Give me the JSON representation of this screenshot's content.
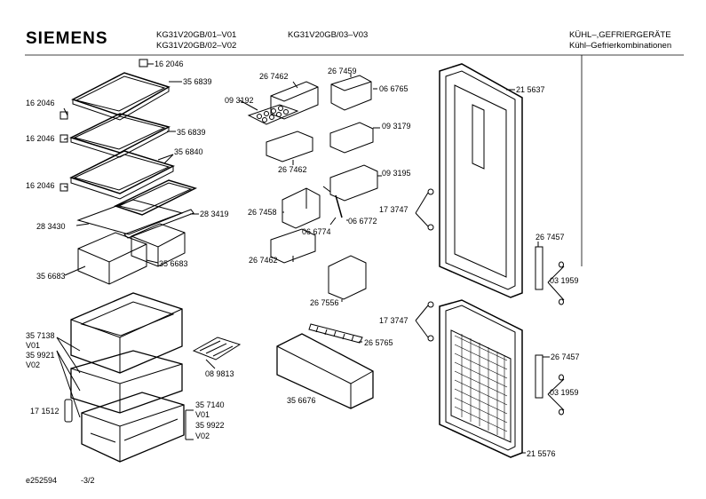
{
  "header": {
    "brand": "SIEMENS",
    "models_left": [
      "KG31V20GB/01–V01",
      "KG31V20GB/02–V02"
    ],
    "models_right": "KG31V20GB/03–V03",
    "category_line1": "KÜHL–,GEFRIERGERÄTE",
    "category_line2": "Kühl–Gefrierkombinationen"
  },
  "footer": {
    "doc_id": "e252594",
    "page": "-3/2"
  },
  "parts": [
    {
      "id": "p1",
      "text": "16 2046"
    },
    {
      "id": "p2",
      "text": "35 6839"
    },
    {
      "id": "p3",
      "text": "16 2046"
    },
    {
      "id": "p4",
      "text": "16 2046"
    },
    {
      "id": "p5",
      "text": "35 6839"
    },
    {
      "id": "p6",
      "text": "35 6840"
    },
    {
      "id": "p7",
      "text": "16 2046"
    },
    {
      "id": "p8",
      "text": "28 3430"
    },
    {
      "id": "p9",
      "text": "28 3419"
    },
    {
      "id": "p10",
      "text": "35 6683"
    },
    {
      "id": "p11",
      "text": "35 6683"
    },
    {
      "id": "p12",
      "text": "35 7138"
    },
    {
      "id": "p13",
      "text": "V01"
    },
    {
      "id": "p14",
      "text": "35 9921"
    },
    {
      "id": "p15",
      "text": "V02"
    },
    {
      "id": "p16",
      "text": "08 9813"
    },
    {
      "id": "p17",
      "text": "17 1512"
    },
    {
      "id": "p18",
      "text": "35 7140"
    },
    {
      "id": "p19",
      "text": "V01"
    },
    {
      "id": "p20",
      "text": "35 9922"
    },
    {
      "id": "p21",
      "text": "V02"
    },
    {
      "id": "p22",
      "text": "26 7462"
    },
    {
      "id": "p23",
      "text": "26 7459"
    },
    {
      "id": "p24",
      "text": "09 3192"
    },
    {
      "id": "p25",
      "text": "06 6765"
    },
    {
      "id": "p26",
      "text": "09 3179"
    },
    {
      "id": "p27",
      "text": "26 7462"
    },
    {
      "id": "p28",
      "text": "09 3195"
    },
    {
      "id": "p29",
      "text": "26 7458"
    },
    {
      "id": "p30",
      "text": "06 6772"
    },
    {
      "id": "p31",
      "text": "06 6774"
    },
    {
      "id": "p32",
      "text": "26 7462"
    },
    {
      "id": "p33",
      "text": "26 7556"
    },
    {
      "id": "p34",
      "text": "26 5765"
    },
    {
      "id": "p35",
      "text": "35 6676"
    },
    {
      "id": "p36",
      "text": "21 5637"
    },
    {
      "id": "p37",
      "text": "17 3747"
    },
    {
      "id": "p38",
      "text": "26 7457"
    },
    {
      "id": "p39",
      "text": "03 1959"
    },
    {
      "id": "p40",
      "text": "17 3747"
    },
    {
      "id": "p41",
      "text": "26 7457"
    },
    {
      "id": "p42",
      "text": "03 1959"
    },
    {
      "id": "p43",
      "text": "21 5576"
    }
  ]
}
